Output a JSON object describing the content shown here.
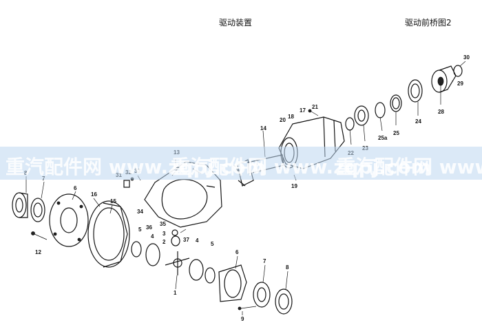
{
  "header": {
    "left_title": "驱动装置",
    "right_title": "驱动前桥图2"
  },
  "watermark": [
    "重汽配件网 www.zqpj.com",
    "重汽配件网 www.zqpj.com",
    "重汽配件网 www.zqpj.com"
  ],
  "labels": {
    "l30": "30",
    "l29": "29",
    "l28": "28",
    "l24": "24",
    "l25": "25",
    "l25a": "25a",
    "l23": "23",
    "l22": "22",
    "l21": "21",
    "l17": "17",
    "l18": "18",
    "l20": "20",
    "l14": "14",
    "l19": "19",
    "l13": "13",
    "l31": "31",
    "l32": "32",
    "l33": "33",
    "l8a": "8",
    "l7a": "7",
    "l6a": "6",
    "l16": "16",
    "l15": "15",
    "l34": "34",
    "l36": "36",
    "l35": "35",
    "l12": "12",
    "l5a": "5",
    "l4a": "4",
    "l3": "3",
    "l2": "2",
    "l37": "37",
    "l4b": "4",
    "l5b": "5",
    "l1": "1",
    "l6b": "6",
    "l7b": "7",
    "l8b": "8",
    "l9": "9"
  },
  "colors": {
    "ink": "#111111",
    "watermark_band": "#bed7f0",
    "watermark_text": "#ffffff"
  }
}
